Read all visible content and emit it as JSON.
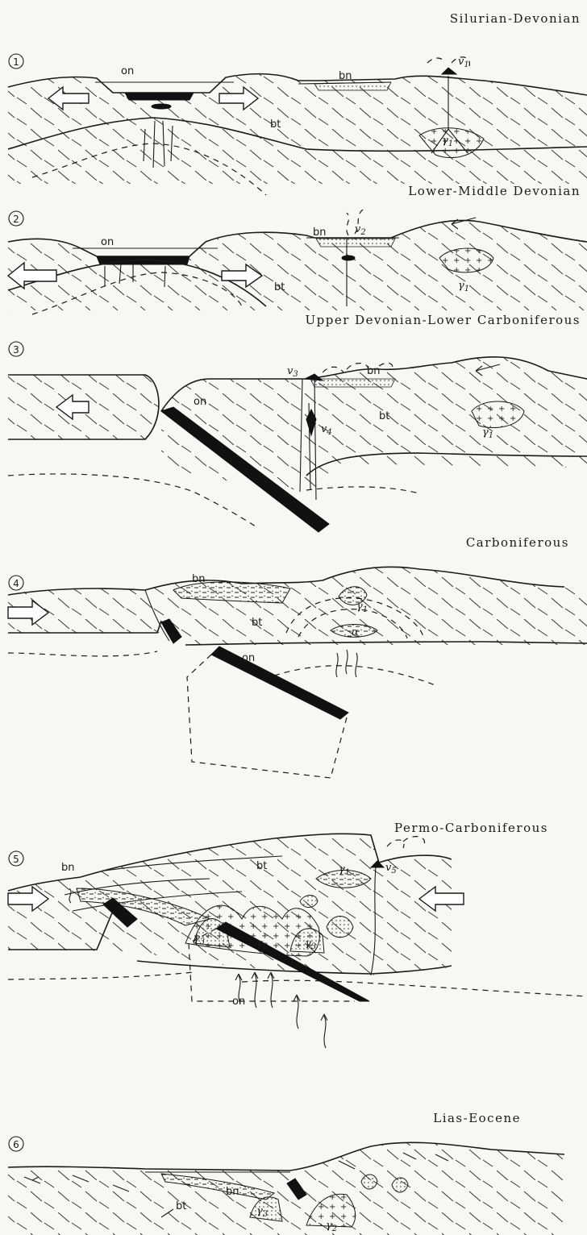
{
  "stages": [
    {
      "num": "1",
      "period": "Silurian-Devonian",
      "on": "on",
      "bn": "bn",
      "bt": "bt",
      "v": "v",
      "vsub": "1",
      "gamma": "γ",
      "gsub": "1"
    },
    {
      "num": "2",
      "period": "Lower-Middle Devonian",
      "on": "on",
      "bn": "bn",
      "bt": "bt",
      "v": "v",
      "vsub": "2",
      "gamma": "γ",
      "gsub": "1"
    },
    {
      "num": "3",
      "period": "Upper Devonian-Lower Carboniferous",
      "on": "on",
      "bn": "bn",
      "bt": "bt",
      "v3": "v",
      "v3sub": "3",
      "v4": "v",
      "v4sub": "4",
      "gamma": "γ",
      "gsub": "1"
    },
    {
      "num": "4",
      "period": "Carboniferous",
      "on": "on",
      "bn": "bn",
      "bt": "bt",
      "gamma": "γ",
      "gsub": "1",
      "alpha": "α"
    },
    {
      "num": "5",
      "period": "Permo-Carboniferous",
      "on": "on",
      "bn": "bn",
      "bt": "bt",
      "v": "v",
      "vsub": "5",
      "gamma": "γ",
      "g1": "1",
      "g2": "2",
      "g3": "3"
    },
    {
      "num": "6",
      "period": "Lias-Eocene",
      "bn": "bn",
      "bt": "bt",
      "gamma": "γ",
      "g2": "2",
      "g3": "3"
    }
  ]
}
